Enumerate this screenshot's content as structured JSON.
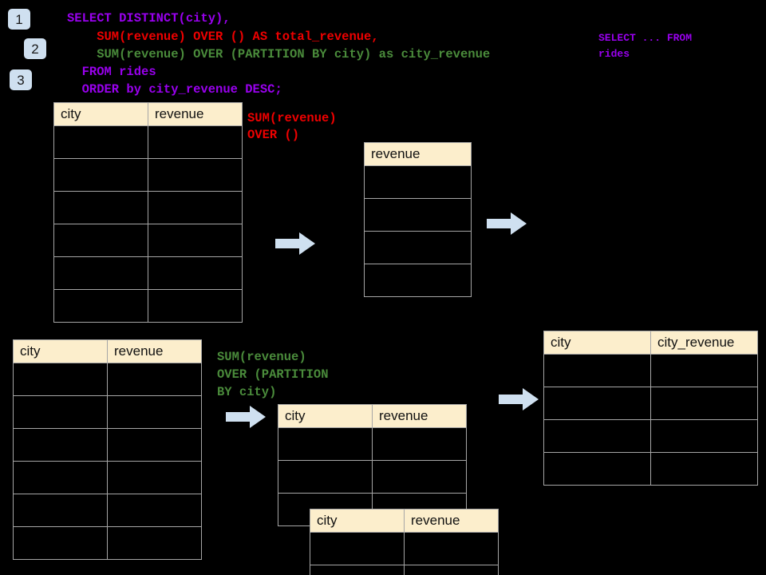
{
  "diagram": {
    "title": "SQL window function data-flow illustration",
    "background_color": "#000000",
    "header_fill": "#fceecc",
    "grid_color": "#a6a6a6",
    "arrow_fill": "#cfe0f0",
    "badge_fill": "#cfe0f0"
  },
  "steps": [
    {
      "number": "1"
    },
    {
      "number": "2"
    },
    {
      "number": "3"
    }
  ],
  "query": {
    "lines": [
      {
        "text": "SELECT DISTINCT(city),",
        "color": "#9900ee"
      },
      {
        "text": "    SUM(revenue) OVER () AS total_revenue,",
        "color": "#ee0000"
      },
      {
        "text": "    SUM(revenue) OVER (PARTITION BY city) as city_revenue",
        "color": "#4a8b3b"
      },
      {
        "text": "  FROM rides",
        "color": "#9900ee"
      },
      {
        "text": "  ORDER by city_revenue DESC;",
        "color": "#9900ee"
      }
    ]
  },
  "annotations": {
    "select_from": "SELECT ... FROM\nrides",
    "sum_over_all": "SUM(revenue)\nOVER ()",
    "sum_over_partition": "SUM(revenue)\nOVER (PARTITION\nBY city)"
  },
  "tables": {
    "source_top": {
      "name": "rides-source-top",
      "headers": [
        "city",
        "revenue"
      ],
      "body_rows": 6
    },
    "total_revenue": {
      "name": "total-revenue",
      "headers": [
        "revenue"
      ],
      "body_rows": 4
    },
    "source_bottom": {
      "name": "rides-source-bottom",
      "headers": [
        "city",
        "revenue"
      ],
      "body_rows": 6
    },
    "partition_back": {
      "name": "partition-group-back",
      "headers": [
        "city",
        "revenue"
      ],
      "body_rows": 3
    },
    "partition_front": {
      "name": "partition-group-front",
      "headers": [
        "city",
        "revenue"
      ],
      "body_rows": 2
    },
    "result": {
      "name": "city-revenue-result",
      "headers": [
        "city",
        "city_revenue"
      ],
      "body_rows": 4
    }
  },
  "arrows": [
    {
      "name": "arrow-source-to-total"
    },
    {
      "name": "arrow-total-to-result"
    },
    {
      "name": "arrow-source-to-partition"
    },
    {
      "name": "arrow-partition-to-result"
    }
  ]
}
